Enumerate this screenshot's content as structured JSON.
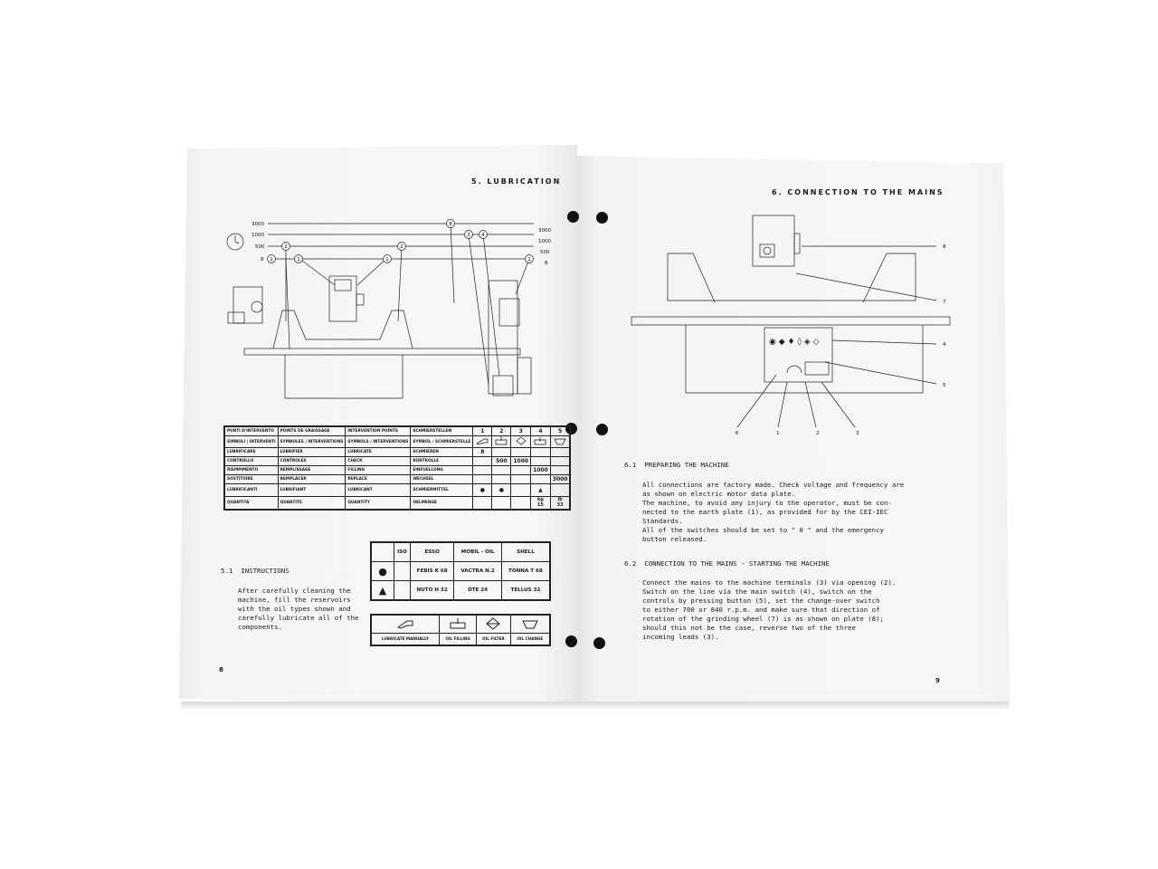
{
  "left_page": {
    "header": "5. LUBRICATION",
    "diagram": {
      "levels": [
        "3000",
        "1000",
        "500",
        "8"
      ],
      "callouts": [
        "8",
        "2",
        "2",
        "1",
        "1",
        "1",
        "3",
        "4",
        "1"
      ]
    },
    "table": {
      "header_row": [
        "PUNTI D'INTERVENTO",
        "POINTS DE GRAISSAGE",
        "INTERVENTION POINTS",
        "SCHMIERSTELLEN",
        "1",
        "2",
        "3",
        "4",
        "5"
      ],
      "symbols_row": [
        "SIMBOLI / INTERVENTI",
        "SYMBOLES / INTERVENTIONS",
        "SYMBOLS / INTERVENTIONS",
        "SYMBOL / SCHMIERSTELLE"
      ],
      "rows": [
        {
          "it": "LUBRIFICARE",
          "fr": "LUBRIFIER",
          "en": "LUBRICATE",
          "de": "SCHMIEREN",
          "v1": "8",
          "v2": "",
          "v3": "",
          "v4": "",
          "v5": ""
        },
        {
          "it": "CONTROLLO",
          "fr": "CONTROLES",
          "en": "CHECK",
          "de": "KONTROLLE",
          "v1": "",
          "v2": "500",
          "v3": "1000",
          "v4": "",
          "v5": ""
        },
        {
          "it": "RIEMPIMENTO",
          "fr": "REMPLISSAGE",
          "en": "FILLING",
          "de": "EINFUELLUNG",
          "v1": "",
          "v2": "",
          "v3": "",
          "v4": "1000",
          "v5": ""
        },
        {
          "it": "SOSTITUIRE",
          "fr": "REMPLACER",
          "en": "REPLACE",
          "de": "WECHSEL",
          "v1": "",
          "v2": "",
          "v3": "",
          "v4": "",
          "v5": "3000"
        }
      ],
      "lubricant_row": [
        "LUBRIFICANTI",
        "LUBRIFIANT",
        "LUBRICANT",
        "SCHMIERMITTEL"
      ],
      "quantity_row": [
        "QUANTITA'",
        "QUANTITE",
        "QUANTITY",
        "OELMENGE"
      ],
      "quantity_units": [
        "kg",
        "lb"
      ],
      "quantity_values": [
        "15",
        "33"
      ]
    },
    "oil_table": {
      "headers": [
        "ISO",
        "ESSO",
        "MOBIL - OIL",
        "SHELL"
      ],
      "row_circle": [
        "FEBIS K 68",
        "VACTRA N.2",
        "TONNA T 68"
      ],
      "row_triangle": [
        "NUTO H 32",
        "DTE 24",
        "TELLUS 32"
      ]
    },
    "symbol_legend": [
      "LUBRICATE MANUALLY",
      "OIL FILLING",
      "OIL FILTER",
      "OIL CHANGE"
    ],
    "section": {
      "heading": "5.1  INSTRUCTIONS",
      "body": "After carefully cleaning the\nmachine, fill the reservoirs\nwith the oil types shown and\ncarefully lubricate all of the\ncomponents."
    },
    "page_number": "8"
  },
  "right_page": {
    "header": "6. CONNECTION TO THE MAINS",
    "diagram_callouts": [
      "8",
      "7",
      "4",
      "5",
      "6",
      "1",
      "2",
      "3"
    ],
    "section1": {
      "heading": "6.1  PREPARING THE MACHINE",
      "body": "All connections are factory made. Check voltage and frequency are\nas shown on electric motor data plate.\nThe machine, to avoid any injury to the operator, must be con-\nnected to the earth plate (1), as provided for by the CEI-IEC\nStandards.\nAll of the switches should be set to \" 0 \" and the emergency\nbutton released."
    },
    "section2": {
      "heading": "6.2  CONNECTION TO THE MAINS - STARTING THE MACHINE",
      "body": "Connect the mains to the machine terminals (3) via opening (2).\nSwitch on the line via the main switch (4), switch on the\ncontrols by pressing button (5), set the change-over switch\nto either 700 or 840 r.p.m. and make sure that direction of\nrotation of the grinding wheel (7) is as shown on plate (8);\nshould this not be the case, reverse two of the three\nincoming leads (3)."
    },
    "page_number": "9"
  }
}
